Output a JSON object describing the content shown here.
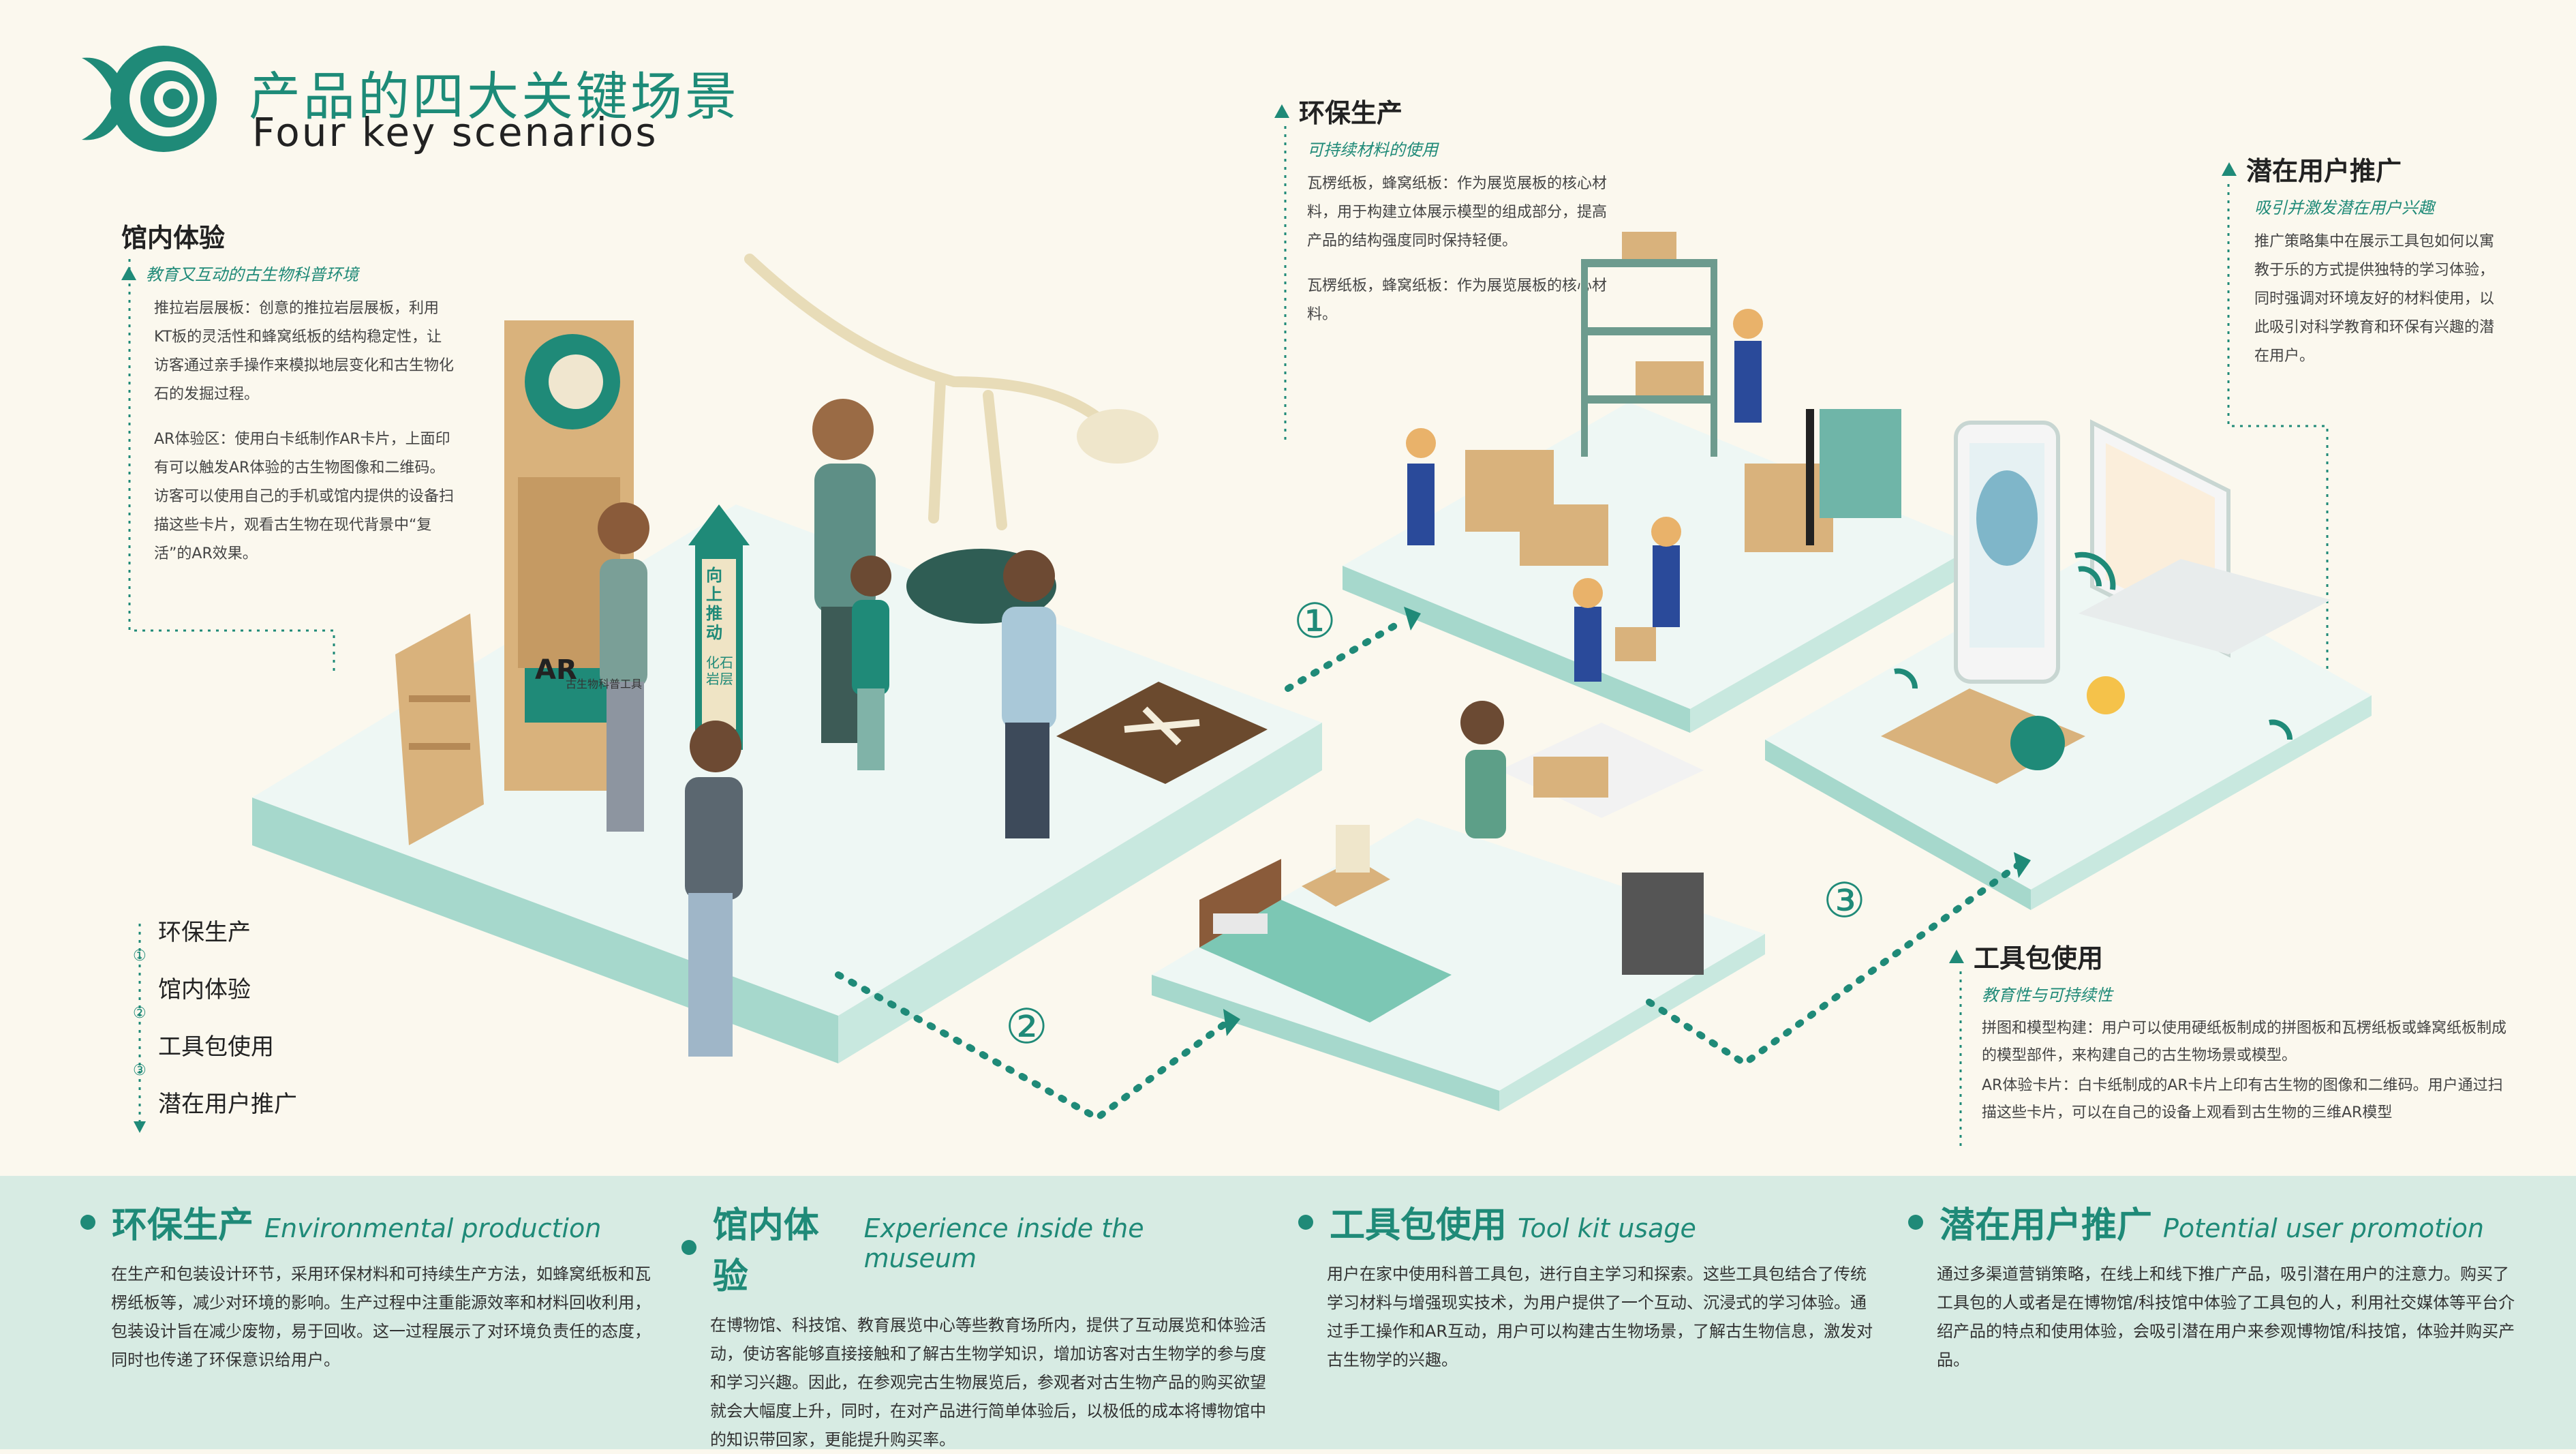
{
  "header": {
    "title_cn": "产品的四大关键场景",
    "title_en": "Four key scenarios"
  },
  "sections": {
    "museum": {
      "title": "馆内体验",
      "subtitle": "教育又互动的古生物科普环境",
      "body1": "推拉岩层展板：创意的推拉岩层展板，利用KT板的灵活性和蜂窝纸板的结构稳定性，让访客通过亲手操作来模拟地层变化和古生物化石的发掘过程。",
      "body2": "AR体验区：使用白卡纸制作AR卡片，上面印有可以触发AR体验的古生物图像和二维码。访客可以使用自己的手机或馆内提供的设备扫描这些卡片，观看古生物在现代背景中“复活”的AR效果。"
    },
    "eco": {
      "title": "环保生产",
      "subtitle": "可持续材料的使用",
      "body1": "瓦楞纸板，蜂窝纸板：作为展览展板的核心材料，用于构建立体展示模型的组成部分，提高产品的结构强度同时保持轻便。",
      "body2": "瓦楞纸板，蜂窝纸板：作为展览展板的核心材料。"
    },
    "promo": {
      "title": "潜在用户推广",
      "subtitle": "吸引并激发潜在用户兴趣",
      "body": "推广策略集中在展示工具包如何以寓教于乐的方式提供独特的学习体验，同时强调对环境友好的材料使用，以此吸引对科学教育和环保有兴趣的潜在用户。"
    },
    "toolkit": {
      "title": "工具包使用",
      "subtitle": "教育性与可持续性",
      "body1": "拼图和模型构建：用户可以使用硬纸板制成的拼图板和瓦楞纸板或蜂窝纸板制成的模型部件，来构建自己的古生物场景或模型。",
      "body2": "AR体验卡片：白卡纸制成的AR卡片上印有古生物的图像和二维码。用户通过扫描这些卡片，可以在自己的设备上观看到古生物的三维AR模型"
    }
  },
  "flow_list": [
    "环保生产",
    "①",
    "馆内体验",
    "②",
    "工具包使用",
    "③",
    "潜在用户推广"
  ],
  "step_numbers": [
    "①",
    "②",
    "③"
  ],
  "illustration_text": {
    "push_sign_1": "向上推动",
    "push_sign_2": "化石岩层",
    "ar_label": "AR",
    "kit_label": "古生物科普工具"
  },
  "bottom": [
    {
      "title_cn": "环保生产",
      "title_en": "Environmental production",
      "body": "在生产和包装设计环节，采用环保材料和可持续生产方法，如蜂窝纸板和瓦楞纸板等，减少对环境的影响。生产过程中注重能源效率和材料回收利用，包装设计旨在减少废物，易于回收。这一过程展示了对环境负责任的态度，同时也传递了环保意识给用户。"
    },
    {
      "title_cn": "馆内体验",
      "title_en": "Experience inside the museum",
      "body": "在博物馆、科技馆、教育展览中心等些教育场所内，提供了互动展览和体验活动，使访客能够直接接触和了解古生物学知识，增加访客对古生物学的参与度和学习兴趣。因此，在参观完古生物展览后，参观者对古生物产品的购买欲望就会大幅度上升，同时，在对产品进行简单体验后，以极低的成本将博物馆中的知识带回家，更能提升购买率。"
    },
    {
      "title_cn": "工具包使用",
      "title_en": "Tool kit usage",
      "body": "用户在家中使用科普工具包，进行自主学习和探索。这些工具包结合了传统学习材料与增强现实技术，为用户提供了一个互动、沉浸式的学习体验。通过手工操作和AR互动，用户可以构建古生物场景，了解古生物信息，激发对古生物学的兴趣。"
    },
    {
      "title_cn": "潜在用户推广",
      "title_en": "Potential user promotion",
      "body": "通过多渠道营销策略，在线上和线下推广产品，吸引潜在用户的注意力。购买了工具包的人或者是在博物馆/科技馆中体验了工具包的人，利用社交媒体等平台介绍产品的特点和使用体验，会吸引潜在用户来参观博物馆/科技馆，体验并购买产品。"
    }
  ],
  "colors": {
    "accent": "#1f8a78",
    "platform": "#e3f3ee",
    "platform_edge": "#a6d8cc",
    "band": "#d7ebe3",
    "background": "#fbf8ee",
    "cardboard": "#d9b27c"
  }
}
